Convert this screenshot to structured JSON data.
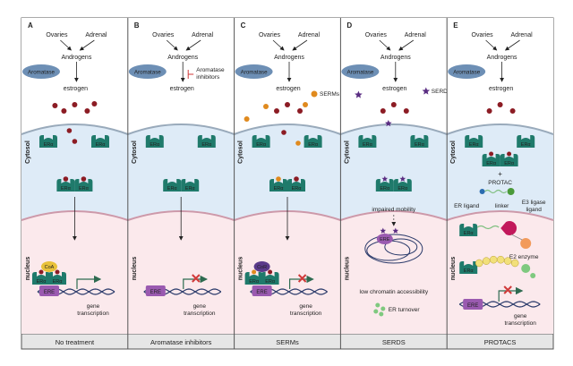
{
  "panels": [
    {
      "letter": "A",
      "caption": "No treatment",
      "ovaries": "Ovaries",
      "adrenal": "Adrenal",
      "androgens": "Androgens",
      "aromatase": "Aromatase",
      "estrogen": "estrogen",
      "cytosol": "Cytosol",
      "nucleus": "nucleus",
      "receptor": "ERα",
      "ere": "ERE",
      "coa": "CoA",
      "gene": "gene",
      "transcription": "transcription"
    },
    {
      "letter": "B",
      "caption": "Aromatase inhibitors",
      "ovaries": "Ovaries",
      "adrenal": "Adrenal",
      "androgens": "Androgens",
      "aromatase": "Aromatase",
      "estrogen": "estrogen",
      "inhibitor_line1": "Aromatase",
      "inhibitor_line2": "inhibitors",
      "cytosol": "Cytosol",
      "nucleus": "nucleus",
      "receptor": "ERα",
      "ere": "ERE",
      "gene": "gene",
      "transcription": "transcription"
    },
    {
      "letter": "C",
      "caption": "SERMs",
      "ovaries": "Ovaries",
      "adrenal": "Adrenal",
      "androgens": "Androgens",
      "aromatase": "Aromatase",
      "estrogen": "estrogen",
      "drug": "SERMs",
      "cytosol": "Cytosol",
      "nucleus": "nucleus",
      "receptor": "ERα",
      "ere": "ERE",
      "cor": "CoR",
      "gene": "gene",
      "transcription": "transcription"
    },
    {
      "letter": "D",
      "caption": "SERDS",
      "ovaries": "Ovaries",
      "adrenal": "Adrenal",
      "androgens": "Androgens",
      "aromatase": "Aromatase",
      "estrogen": "estrogen",
      "drug": "SERDs",
      "cytosol": "Cytosol",
      "nucleus": "nucleus",
      "receptor": "ERα",
      "ere": "ERE",
      "mobility": "impaired mobility",
      "chromatin": "low chromatin accessibility",
      "turnover": "ER turnover"
    },
    {
      "letter": "E",
      "caption": "PROTACS",
      "ovaries": "Ovaries",
      "adrenal": "Adrenal",
      "androgens": "Androgens",
      "aromatase": "Aromatase",
      "estrogen": "estrogen",
      "cytosol": "Cytosol",
      "nucleus": "nucleus",
      "receptor": "ERα",
      "ere": "ERE",
      "plus": "+",
      "protac": "PROTAC",
      "er_ligand_1": "ER ligand",
      "linker": "linker",
      "e3_line1": "E3 ligase",
      "e3_line2": "ligand",
      "e2": "E2 enzyme",
      "gene": "gene",
      "transcription": "transcription"
    }
  ],
  "colors": {
    "receptor": "#1f7a6b",
    "aromatase": "#6d8fb5",
    "estrogen": "#8c1c24",
    "serm": "#e08a1e",
    "serd": "#5a2d82",
    "cytosol_bg": "#deebf7",
    "nucleus_bg": "#fbe9ec",
    "accent_red": "#d03a3a",
    "ere": "#9a5ab0",
    "protac_red": "#d03a3a",
    "er_ligand": "#2b6cb0",
    "e3_ligand": "#4a9a3a"
  }
}
